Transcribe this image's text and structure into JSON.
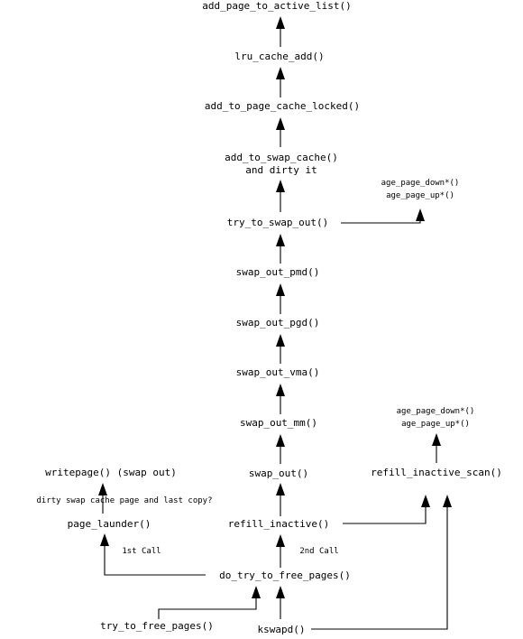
{
  "nodes": {
    "add_page_to_active_list": "add_page_to_active_list()",
    "lru_cache_add": "lru_cache_add()",
    "add_to_page_cache_locked": "add_to_page_cache_locked()",
    "add_to_swap_cache": "add_to_swap_cache()",
    "add_to_swap_cache_note": "and dirty it",
    "age_page_down_1": "age_page_down*()",
    "age_page_up_1": "age_page_up*()",
    "try_to_swap_out": "try_to_swap_out()",
    "swap_out_pmd": "swap_out_pmd()",
    "swap_out_pgd": "swap_out_pgd()",
    "swap_out_vma": "swap_out_vma()",
    "age_page_down_2": "age_page_down*()",
    "age_page_up_2": "age_page_up*()",
    "swap_out_mm": "swap_out_mm()",
    "writepage": "writepage() (swap out)",
    "swap_out": "swap_out()",
    "refill_inactive_scan": "refill_inactive_scan()",
    "dirty_note": "dirty swap cache page and last copy?",
    "page_launder": "page_launder()",
    "refill_inactive": "refill_inactive()",
    "first_call": "1st Call",
    "second_call": "2nd Call",
    "do_try_to_free_pages": "do_try_to_free_pages()",
    "try_to_free_pages": "try_to_free_pages()",
    "kswapd": "kswapd()"
  },
  "edges": [
    {
      "from": "lru_cache_add",
      "to": "add_page_to_active_list"
    },
    {
      "from": "add_to_page_cache_locked",
      "to": "lru_cache_add"
    },
    {
      "from": "add_to_swap_cache",
      "to": "add_to_page_cache_locked"
    },
    {
      "from": "try_to_swap_out",
      "to": "add_to_swap_cache"
    },
    {
      "from": "try_to_swap_out",
      "to": "age_page_up_1"
    },
    {
      "from": "swap_out_pmd",
      "to": "try_to_swap_out"
    },
    {
      "from": "swap_out_pgd",
      "to": "swap_out_pmd"
    },
    {
      "from": "swap_out_vma",
      "to": "swap_out_pgd"
    },
    {
      "from": "swap_out_mm",
      "to": "swap_out_vma"
    },
    {
      "from": "swap_out",
      "to": "swap_out_mm"
    },
    {
      "from": "refill_inactive",
      "to": "swap_out"
    },
    {
      "from": "refill_inactive",
      "to": "refill_inactive_scan"
    },
    {
      "from": "refill_inactive_scan",
      "to": "age_page_up_2"
    },
    {
      "from": "page_launder",
      "to": "writepage"
    },
    {
      "from": "do_try_to_free_pages",
      "to": "page_launder",
      "label": "first_call"
    },
    {
      "from": "do_try_to_free_pages",
      "to": "refill_inactive",
      "label": "second_call"
    },
    {
      "from": "try_to_free_pages",
      "to": "do_try_to_free_pages"
    },
    {
      "from": "kswapd",
      "to": "do_try_to_free_pages"
    },
    {
      "from": "kswapd",
      "to": "refill_inactive_scan"
    }
  ]
}
